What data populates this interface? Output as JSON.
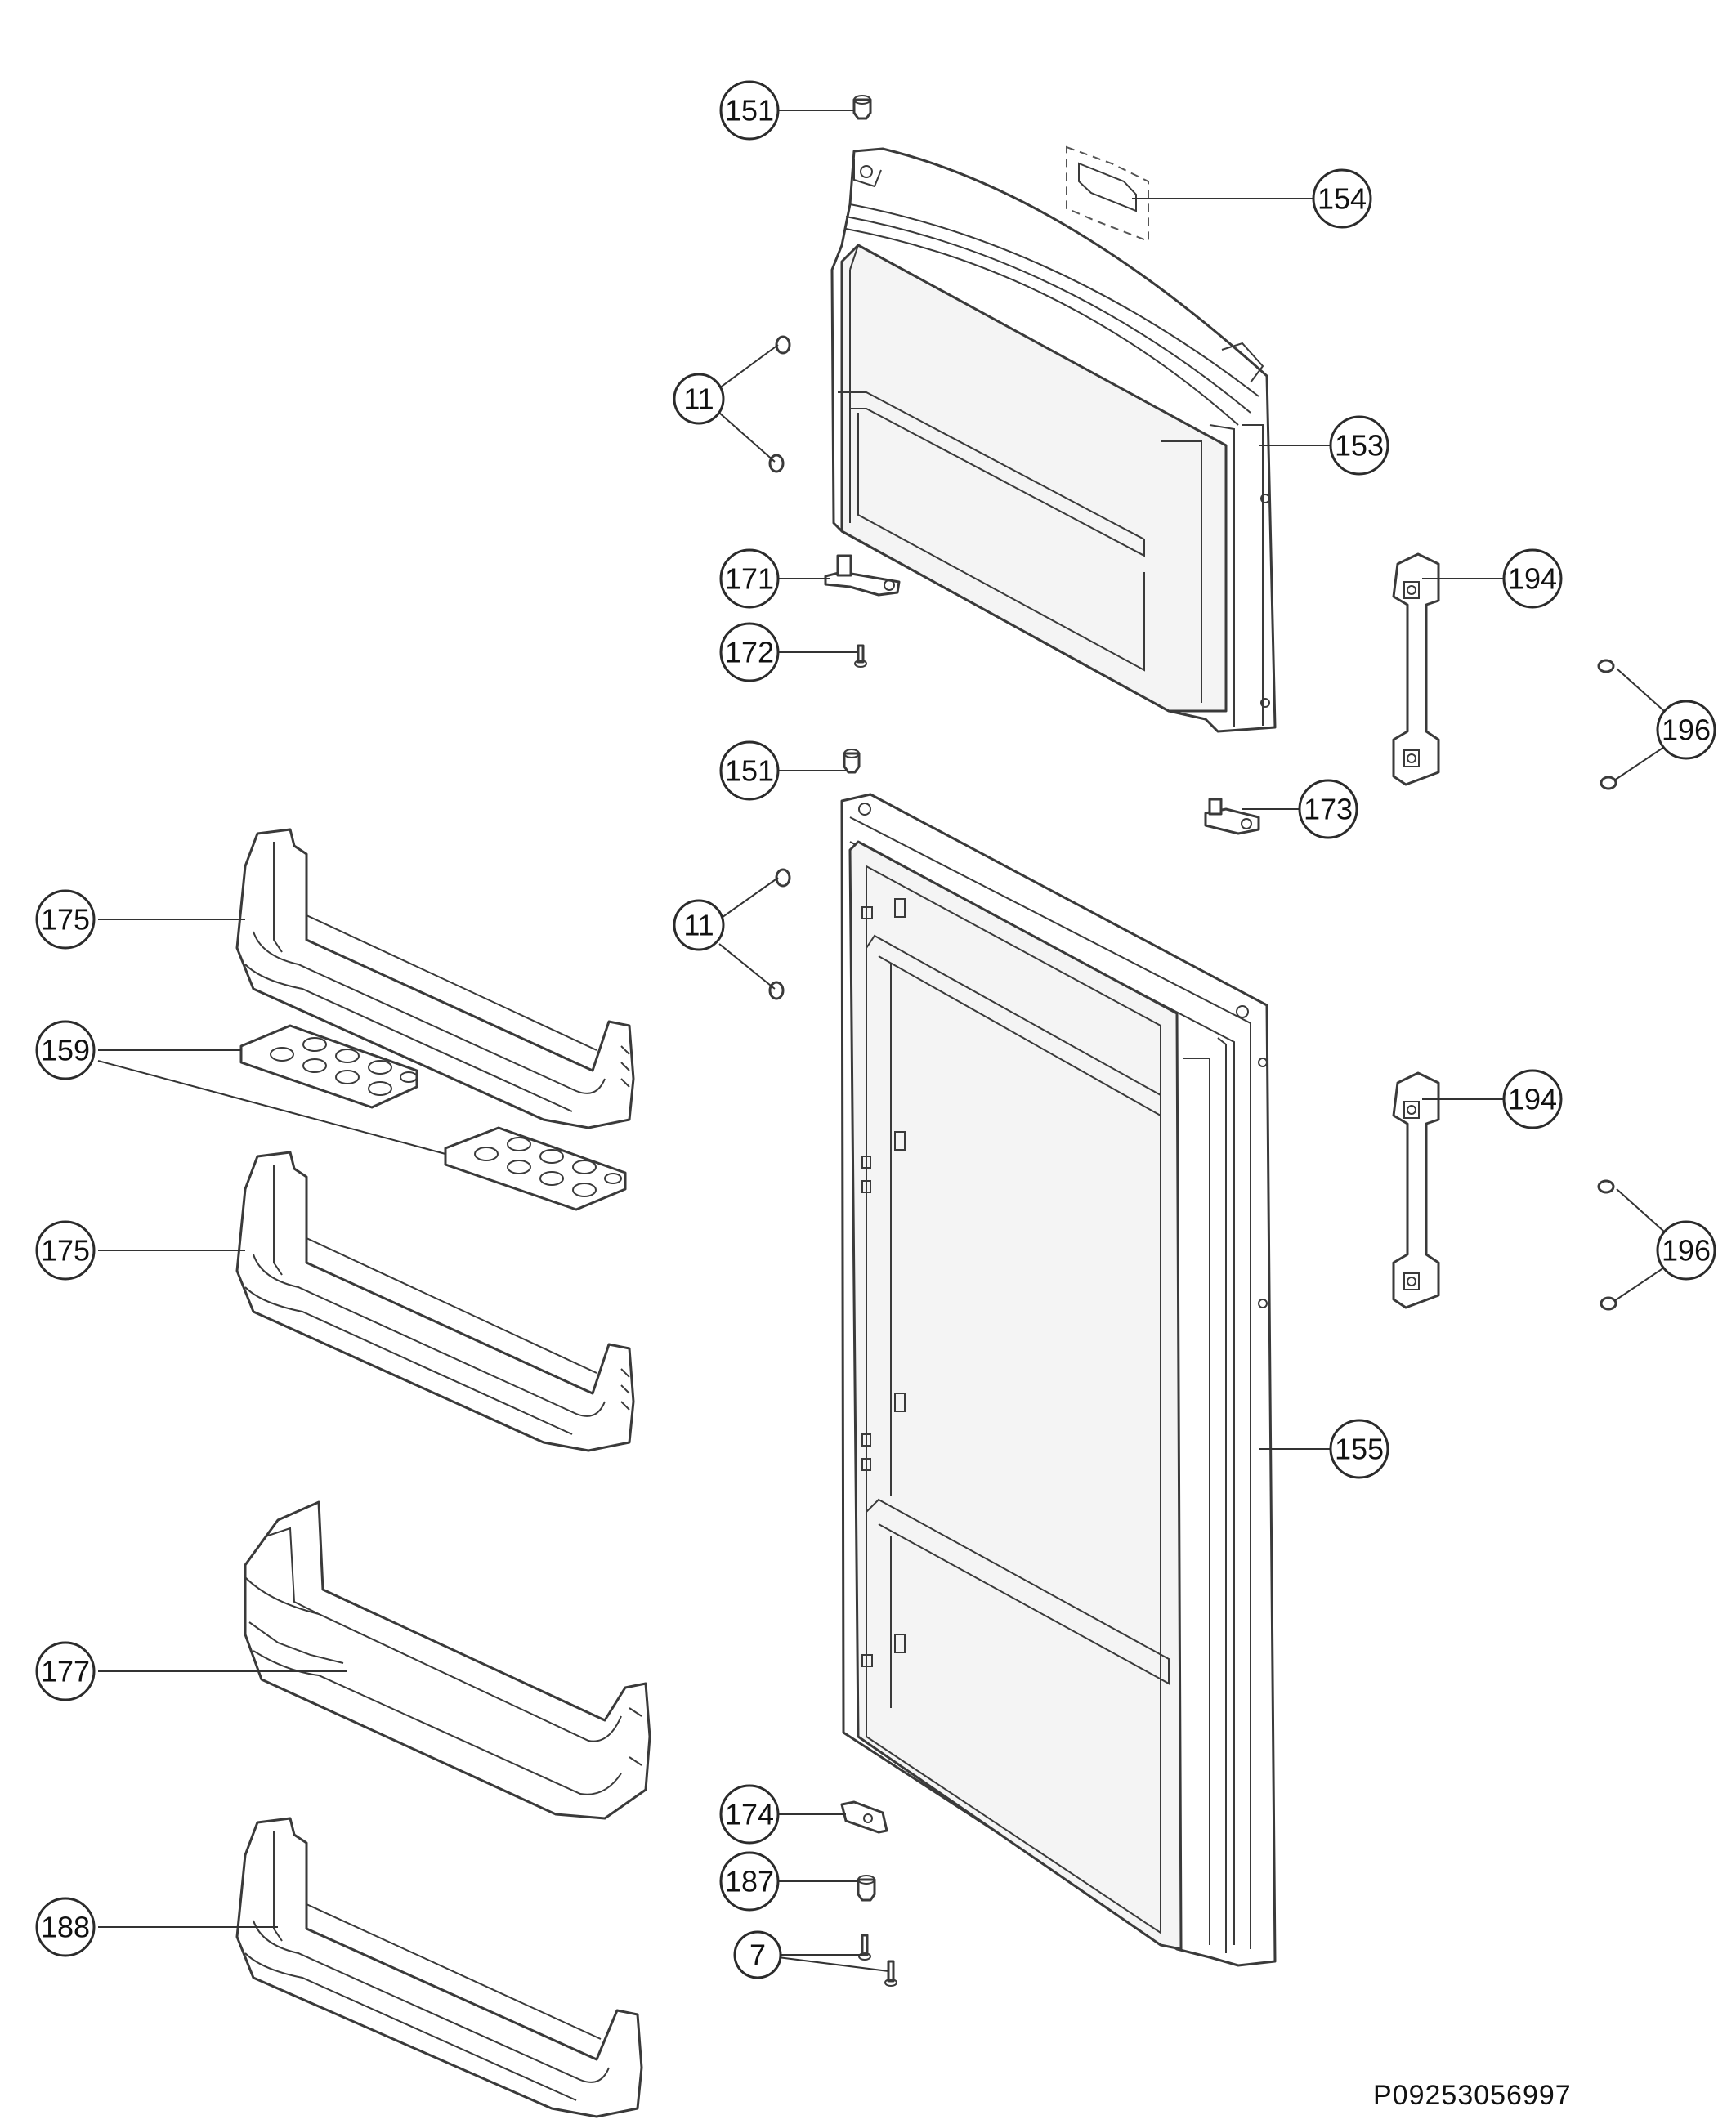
{
  "callouts": {
    "c151a": "151",
    "c154": "154",
    "c11a": "11",
    "c153": "153",
    "c171": "171",
    "c172": "172",
    "c194a": "194",
    "c196a": "196",
    "c151b": "151",
    "c173": "173",
    "c175a": "175",
    "c11b": "11",
    "c159": "159",
    "c194b": "194",
    "c175b": "175",
    "c196b": "196",
    "c155": "155",
    "c177": "177",
    "c174": "174",
    "c187": "187",
    "c188": "188",
    "c7": "7"
  },
  "drawing_code": "P09253056997"
}
